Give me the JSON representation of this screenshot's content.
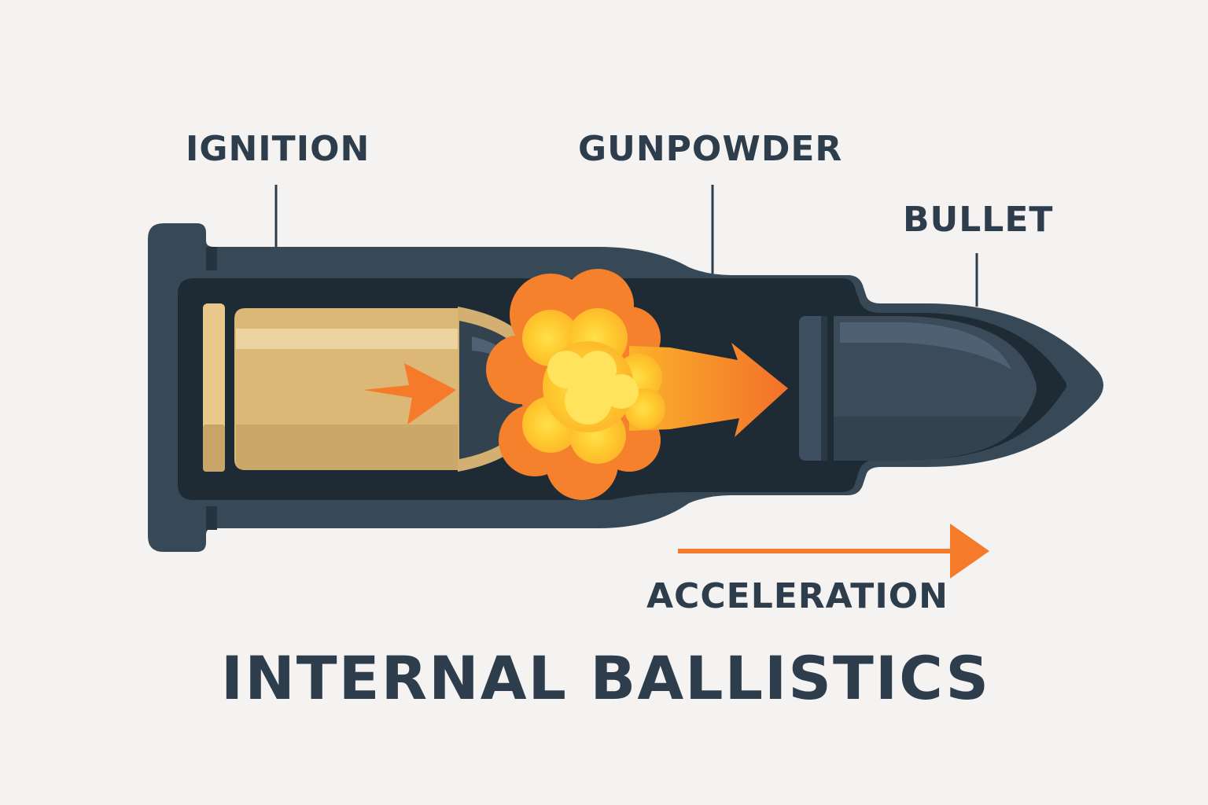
{
  "labels": {
    "ignition": "IGNITION",
    "gunpowder": "GUNPOWDER",
    "bullet": "BULLET",
    "acceleration": "ACCELERATION"
  },
  "title": "INTERNAL BALLISTICS",
  "colors": {
    "background": "#f4f3f1",
    "barrel": "#374956",
    "chamber": "#1e2b35",
    "brass": "#dcb877",
    "flame_orange": "#f57a2a",
    "flame_yellow": "#ffd23c",
    "text": "#2e3d4c"
  }
}
